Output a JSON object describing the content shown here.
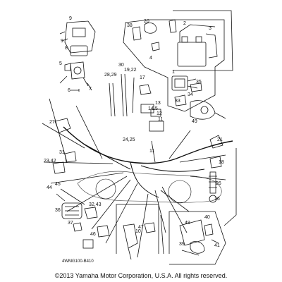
{
  "diagram": {
    "drawing_code": "4WMG100-B410",
    "callouts": [
      "1",
      "2",
      "3",
      "4",
      "5",
      "6",
      "7",
      "8",
      "9",
      "10",
      "11",
      "12",
      "13",
      "14",
      "15",
      "16",
      "17",
      "18",
      "19,22",
      "20",
      "21",
      "23,42",
      "24,25",
      "26",
      "27",
      "28,29",
      "30",
      "31",
      "32,43",
      "33",
      "34",
      "35",
      "36",
      "37",
      "38",
      "39",
      "40",
      "41",
      "44",
      "45",
      "46",
      "47",
      "48",
      "49"
    ]
  },
  "footer": {
    "copyright": "©2013 Yamaha Motor Corporation, U.S.A. All rights reserved."
  }
}
